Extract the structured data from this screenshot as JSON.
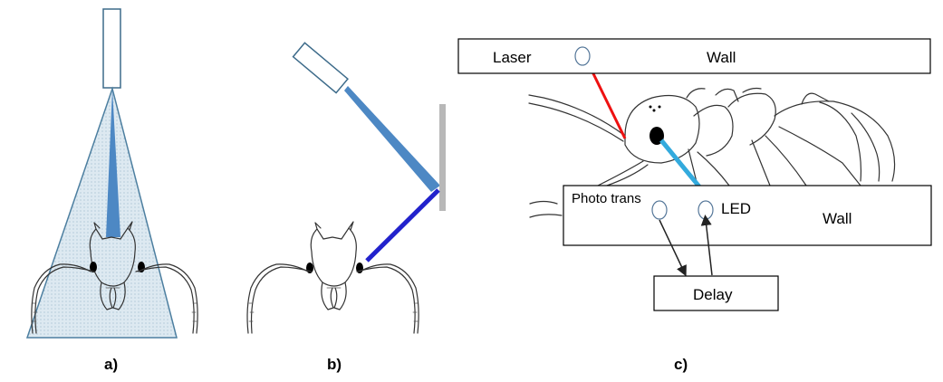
{
  "panels": {
    "a": {
      "label": "a)"
    },
    "b": {
      "label": "b)"
    },
    "c": {
      "label": "c)"
    }
  },
  "diagram_c": {
    "top_box": {
      "laser_label": "Laser",
      "wall_label": "Wall"
    },
    "bottom_box": {
      "photo_trans_label": "Photo trans",
      "led_label": "LED",
      "wall_label": "Wall"
    },
    "delay_box": {
      "label": "Delay"
    }
  },
  "colors": {
    "laser_beam": "#ee1111",
    "return_beam": "#33aadd",
    "cone_fill": "#d8e6ef",
    "cone_stroke": "#4d7fa0",
    "beam_blue": "#4d88c4",
    "reflected_beam": "#2222cc",
    "wall_gray": "#b8b8b8",
    "led_circle": "#557799"
  }
}
